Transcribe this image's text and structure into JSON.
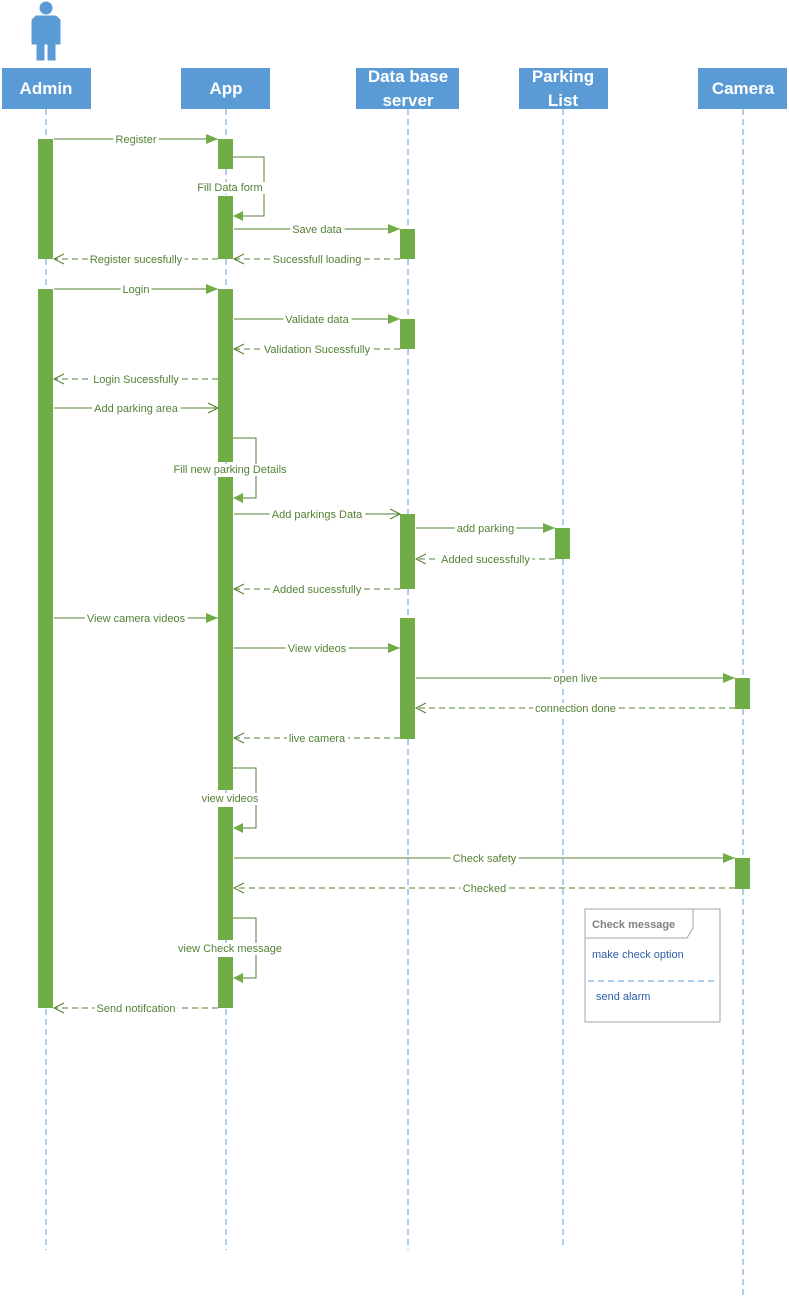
{
  "participants": [
    {
      "id": "admin",
      "label_lines": [
        "Admin"
      ]
    },
    {
      "id": "app",
      "label_lines": [
        "App"
      ]
    },
    {
      "id": "db",
      "label_lines": [
        "Data base",
        "server"
      ]
    },
    {
      "id": "parking",
      "label_lines": [
        "Parking",
        "List"
      ]
    },
    {
      "id": "camera",
      "label_lines": [
        "Camera"
      ]
    }
  ],
  "messages": [
    {
      "from": "admin",
      "to": "app",
      "label": "Register",
      "kind": "sync"
    },
    {
      "from": "app",
      "to": "app",
      "label": "Fill Data form",
      "kind": "self"
    },
    {
      "from": "app",
      "to": "db",
      "label": "Save data",
      "kind": "sync"
    },
    {
      "from": "db",
      "to": "app",
      "label": "Sucessfull loading",
      "kind": "return"
    },
    {
      "from": "app",
      "to": "admin",
      "label": "Register sucesfully",
      "kind": "return"
    },
    {
      "from": "admin",
      "to": "app",
      "label": "Login",
      "kind": "sync"
    },
    {
      "from": "app",
      "to": "db",
      "label": "Validate data",
      "kind": "sync"
    },
    {
      "from": "db",
      "to": "app",
      "label": "Validation Sucessfully",
      "kind": "return"
    },
    {
      "from": "app",
      "to": "admin",
      "label": "Login Sucessfully",
      "kind": "return"
    },
    {
      "from": "admin",
      "to": "app",
      "label": "Add parking area",
      "kind": "async"
    },
    {
      "from": "app",
      "to": "app",
      "label": "Fill new parking Details",
      "kind": "self"
    },
    {
      "from": "app",
      "to": "db",
      "label": "Add parkings Data",
      "kind": "async"
    },
    {
      "from": "db",
      "to": "parking",
      "label": "add parking",
      "kind": "sync"
    },
    {
      "from": "parking",
      "to": "db",
      "label": "Added sucessfully",
      "kind": "return"
    },
    {
      "from": "db",
      "to": "app",
      "label": "Added sucessfully",
      "kind": "return"
    },
    {
      "from": "admin",
      "to": "app",
      "label": "View camera videos",
      "kind": "sync"
    },
    {
      "from": "app",
      "to": "db",
      "label": "View videos",
      "kind": "sync"
    },
    {
      "from": "db",
      "to": "camera",
      "label": "open live",
      "kind": "sync"
    },
    {
      "from": "camera",
      "to": "db",
      "label": "connection done",
      "kind": "return"
    },
    {
      "from": "db",
      "to": "app",
      "label": "live camera",
      "kind": "return"
    },
    {
      "from": "app",
      "to": "app",
      "label": "view videos",
      "kind": "self"
    },
    {
      "from": "app",
      "to": "camera",
      "label": "Check safety",
      "kind": "sync"
    },
    {
      "from": "camera",
      "to": "app",
      "label": "Checked",
      "kind": "return"
    },
    {
      "from": "app",
      "to": "app",
      "label": "view Check message",
      "kind": "self"
    },
    {
      "from": "app",
      "to": "admin",
      "label": "Send notifcation",
      "kind": "return"
    }
  ],
  "note": {
    "title": "Check message",
    "items": [
      "make check option",
      "send alarm"
    ]
  },
  "colors": {
    "participant_fill": "#5b9bd5",
    "lifeline": "#5b9bd5",
    "activation": "#70ad47",
    "message": "#548235"
  }
}
